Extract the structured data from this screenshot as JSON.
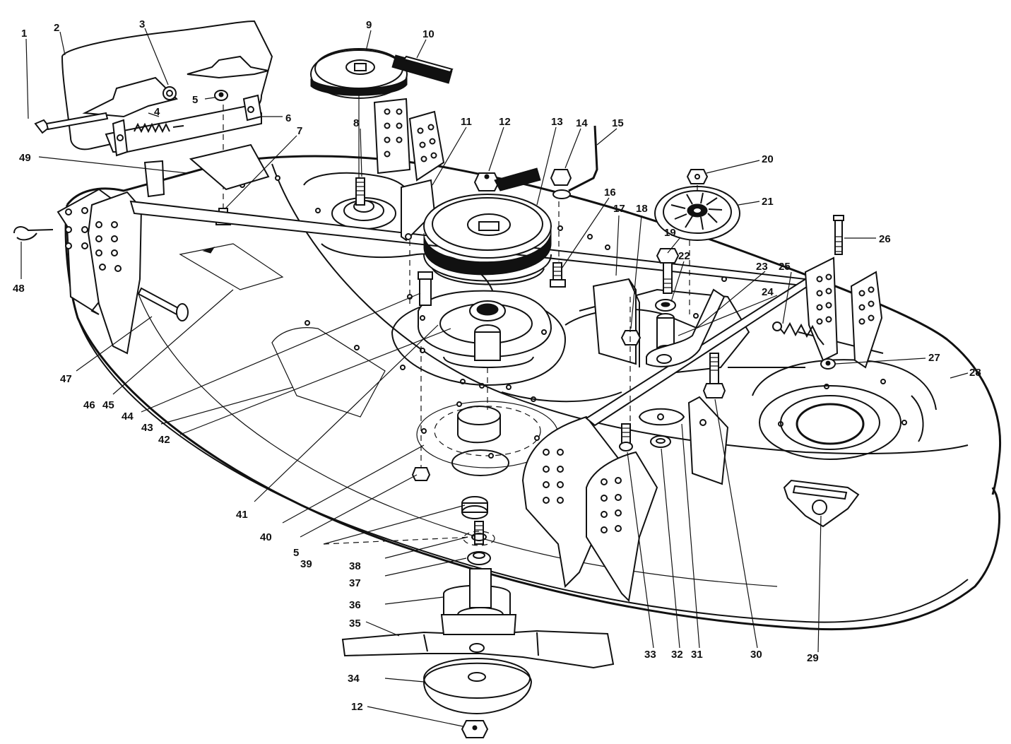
{
  "callouts": [
    {
      "id": "1",
      "text": "1"
    },
    {
      "id": "2",
      "text": "2"
    },
    {
      "id": "3",
      "text": "3"
    },
    {
      "id": "4",
      "text": "4"
    },
    {
      "id": "5a",
      "text": "5"
    },
    {
      "id": "6",
      "text": "6"
    },
    {
      "id": "7",
      "text": "7"
    },
    {
      "id": "8",
      "text": "8"
    },
    {
      "id": "9",
      "text": "9"
    },
    {
      "id": "10",
      "text": "10"
    },
    {
      "id": "11",
      "text": "11"
    },
    {
      "id": "12a",
      "text": "12"
    },
    {
      "id": "13",
      "text": "13"
    },
    {
      "id": "14",
      "text": "14"
    },
    {
      "id": "15",
      "text": "15"
    },
    {
      "id": "16",
      "text": "16"
    },
    {
      "id": "17",
      "text": "17"
    },
    {
      "id": "18",
      "text": "18"
    },
    {
      "id": "19",
      "text": "19"
    },
    {
      "id": "20",
      "text": "20"
    },
    {
      "id": "21",
      "text": "21"
    },
    {
      "id": "22",
      "text": "22"
    },
    {
      "id": "23",
      "text": "23"
    },
    {
      "id": "24",
      "text": "24"
    },
    {
      "id": "25",
      "text": "25"
    },
    {
      "id": "26",
      "text": "26"
    },
    {
      "id": "27",
      "text": "27"
    },
    {
      "id": "28",
      "text": "28"
    },
    {
      "id": "29",
      "text": "29"
    },
    {
      "id": "30",
      "text": "30"
    },
    {
      "id": "31",
      "text": "31"
    },
    {
      "id": "32",
      "text": "32"
    },
    {
      "id": "33",
      "text": "33"
    },
    {
      "id": "34",
      "text": "34"
    },
    {
      "id": "35",
      "text": "35"
    },
    {
      "id": "36",
      "text": "36"
    },
    {
      "id": "37",
      "text": "37"
    },
    {
      "id": "38",
      "text": "38"
    },
    {
      "id": "39",
      "text": "39"
    },
    {
      "id": "40",
      "text": "40"
    },
    {
      "id": "5b",
      "text": "5"
    },
    {
      "id": "41",
      "text": "41"
    },
    {
      "id": "42",
      "text": "42"
    },
    {
      "id": "43",
      "text": "43"
    },
    {
      "id": "44",
      "text": "44"
    },
    {
      "id": "45",
      "text": "45"
    },
    {
      "id": "46",
      "text": "46"
    },
    {
      "id": "47",
      "text": "47"
    },
    {
      "id": "48",
      "text": "48"
    },
    {
      "id": "49",
      "text": "49"
    },
    {
      "id": "12b",
      "text": "12"
    }
  ]
}
